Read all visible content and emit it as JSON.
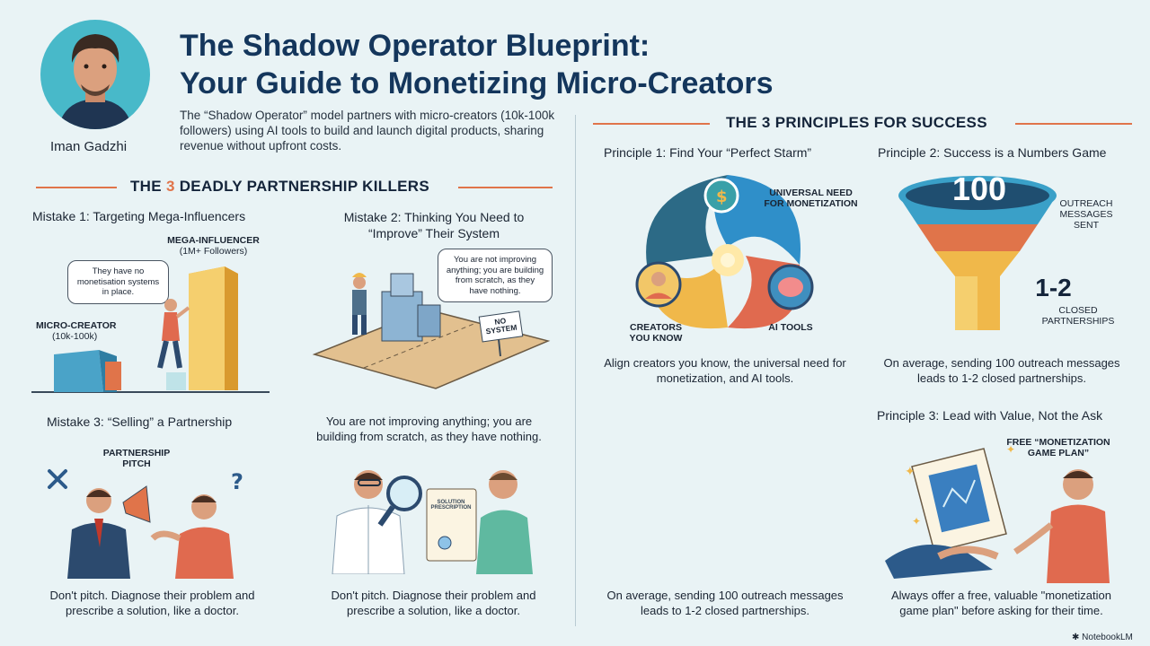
{
  "header": {
    "title_line1": "The Shadow Operator Blueprint:",
    "title_line2": "Your Guide to Monetizing Micro-Creators",
    "intro": "The “Shadow Operator” model partners with micro-creators (10k-100k followers) using AI tools to build and launch digital products, sharing revenue without upfront costs.",
    "author": "Iman Gadzhi"
  },
  "killers": {
    "heading_pre": "THE ",
    "heading_num": "3",
    "heading_post": " DEADLY PARTNERSHIP KILLERS",
    "m1": {
      "title": "Mistake 1: Targeting Mega-Influencers",
      "mega_label": "MEGA-INFLUENCER",
      "mega_sub": "(1M+ Followers)",
      "bubble": "They have no monetisation systems in place.",
      "micro_label": "MICRO-CREATOR",
      "micro_sub": "(10k-100k)"
    },
    "m2": {
      "title_l1": "Mistake 2: Thinking You Need to",
      "title_l2": "“Improve” Their System",
      "bubble": "You are not improving anything; you are building from scratch, as they have nothing.",
      "sign_l1": "NO",
      "sign_l2": "SYSTEM",
      "caption": "You are not improving anything; you are building from scratch, as they have nothing."
    },
    "m3": {
      "title": "Mistake 3: “Selling” a Partnership",
      "pitch_l1": "PARTNERSHIP",
      "pitch_l2": "PITCH",
      "caption_left": "Don't pitch. Diagnose their problem and prescribe a solution, like a doctor.",
      "scroll_text": "SOLUTION PRESCRIPTION",
      "caption_right": "Don't pitch. Diagnose their problem and prescribe a solution, like a doctor."
    }
  },
  "principles": {
    "heading": "THE 3 PRINCIPLES FOR SUCCESS",
    "p1": {
      "title": "Principle 1: Find Your “Perfect Starm”",
      "label_need": "UNIVERSAL NEED FOR MONETIZATION",
      "label_creators": "CREATORS YOU KNOW",
      "label_ai": "AI TOOLS",
      "caption": "Align creators you know, the universal need for monetization, and AI tools."
    },
    "p2": {
      "title": "Principle 2: Success is a Numbers Game",
      "top_number": "100",
      "outreach_label": "OUTREACH MESSAGES SENT",
      "bottom_number": "1-2",
      "closed_label": "CLOSED PARTNERSHIPS",
      "caption": "On average, sending 100 outreach messages leads to 1-2 closed partnerships."
    },
    "p3": {
      "title": "Principle 3: Lead with Value, Not the Ask",
      "free_label": "FREE “MONETIZATION GAME PLAN”",
      "caption": "Always offer a free, valuable \"monetization game plan\" before asking for their time."
    },
    "extra_caption": "On average, sending 100 outreach messages leads to 1-2 closed partnerships."
  },
  "footer": {
    "brand": "NotebookLM"
  },
  "colors": {
    "navy": "#14365c",
    "accent": "#e0744a",
    "teal": "#48b9c9",
    "background": "#e9f3f5"
  }
}
